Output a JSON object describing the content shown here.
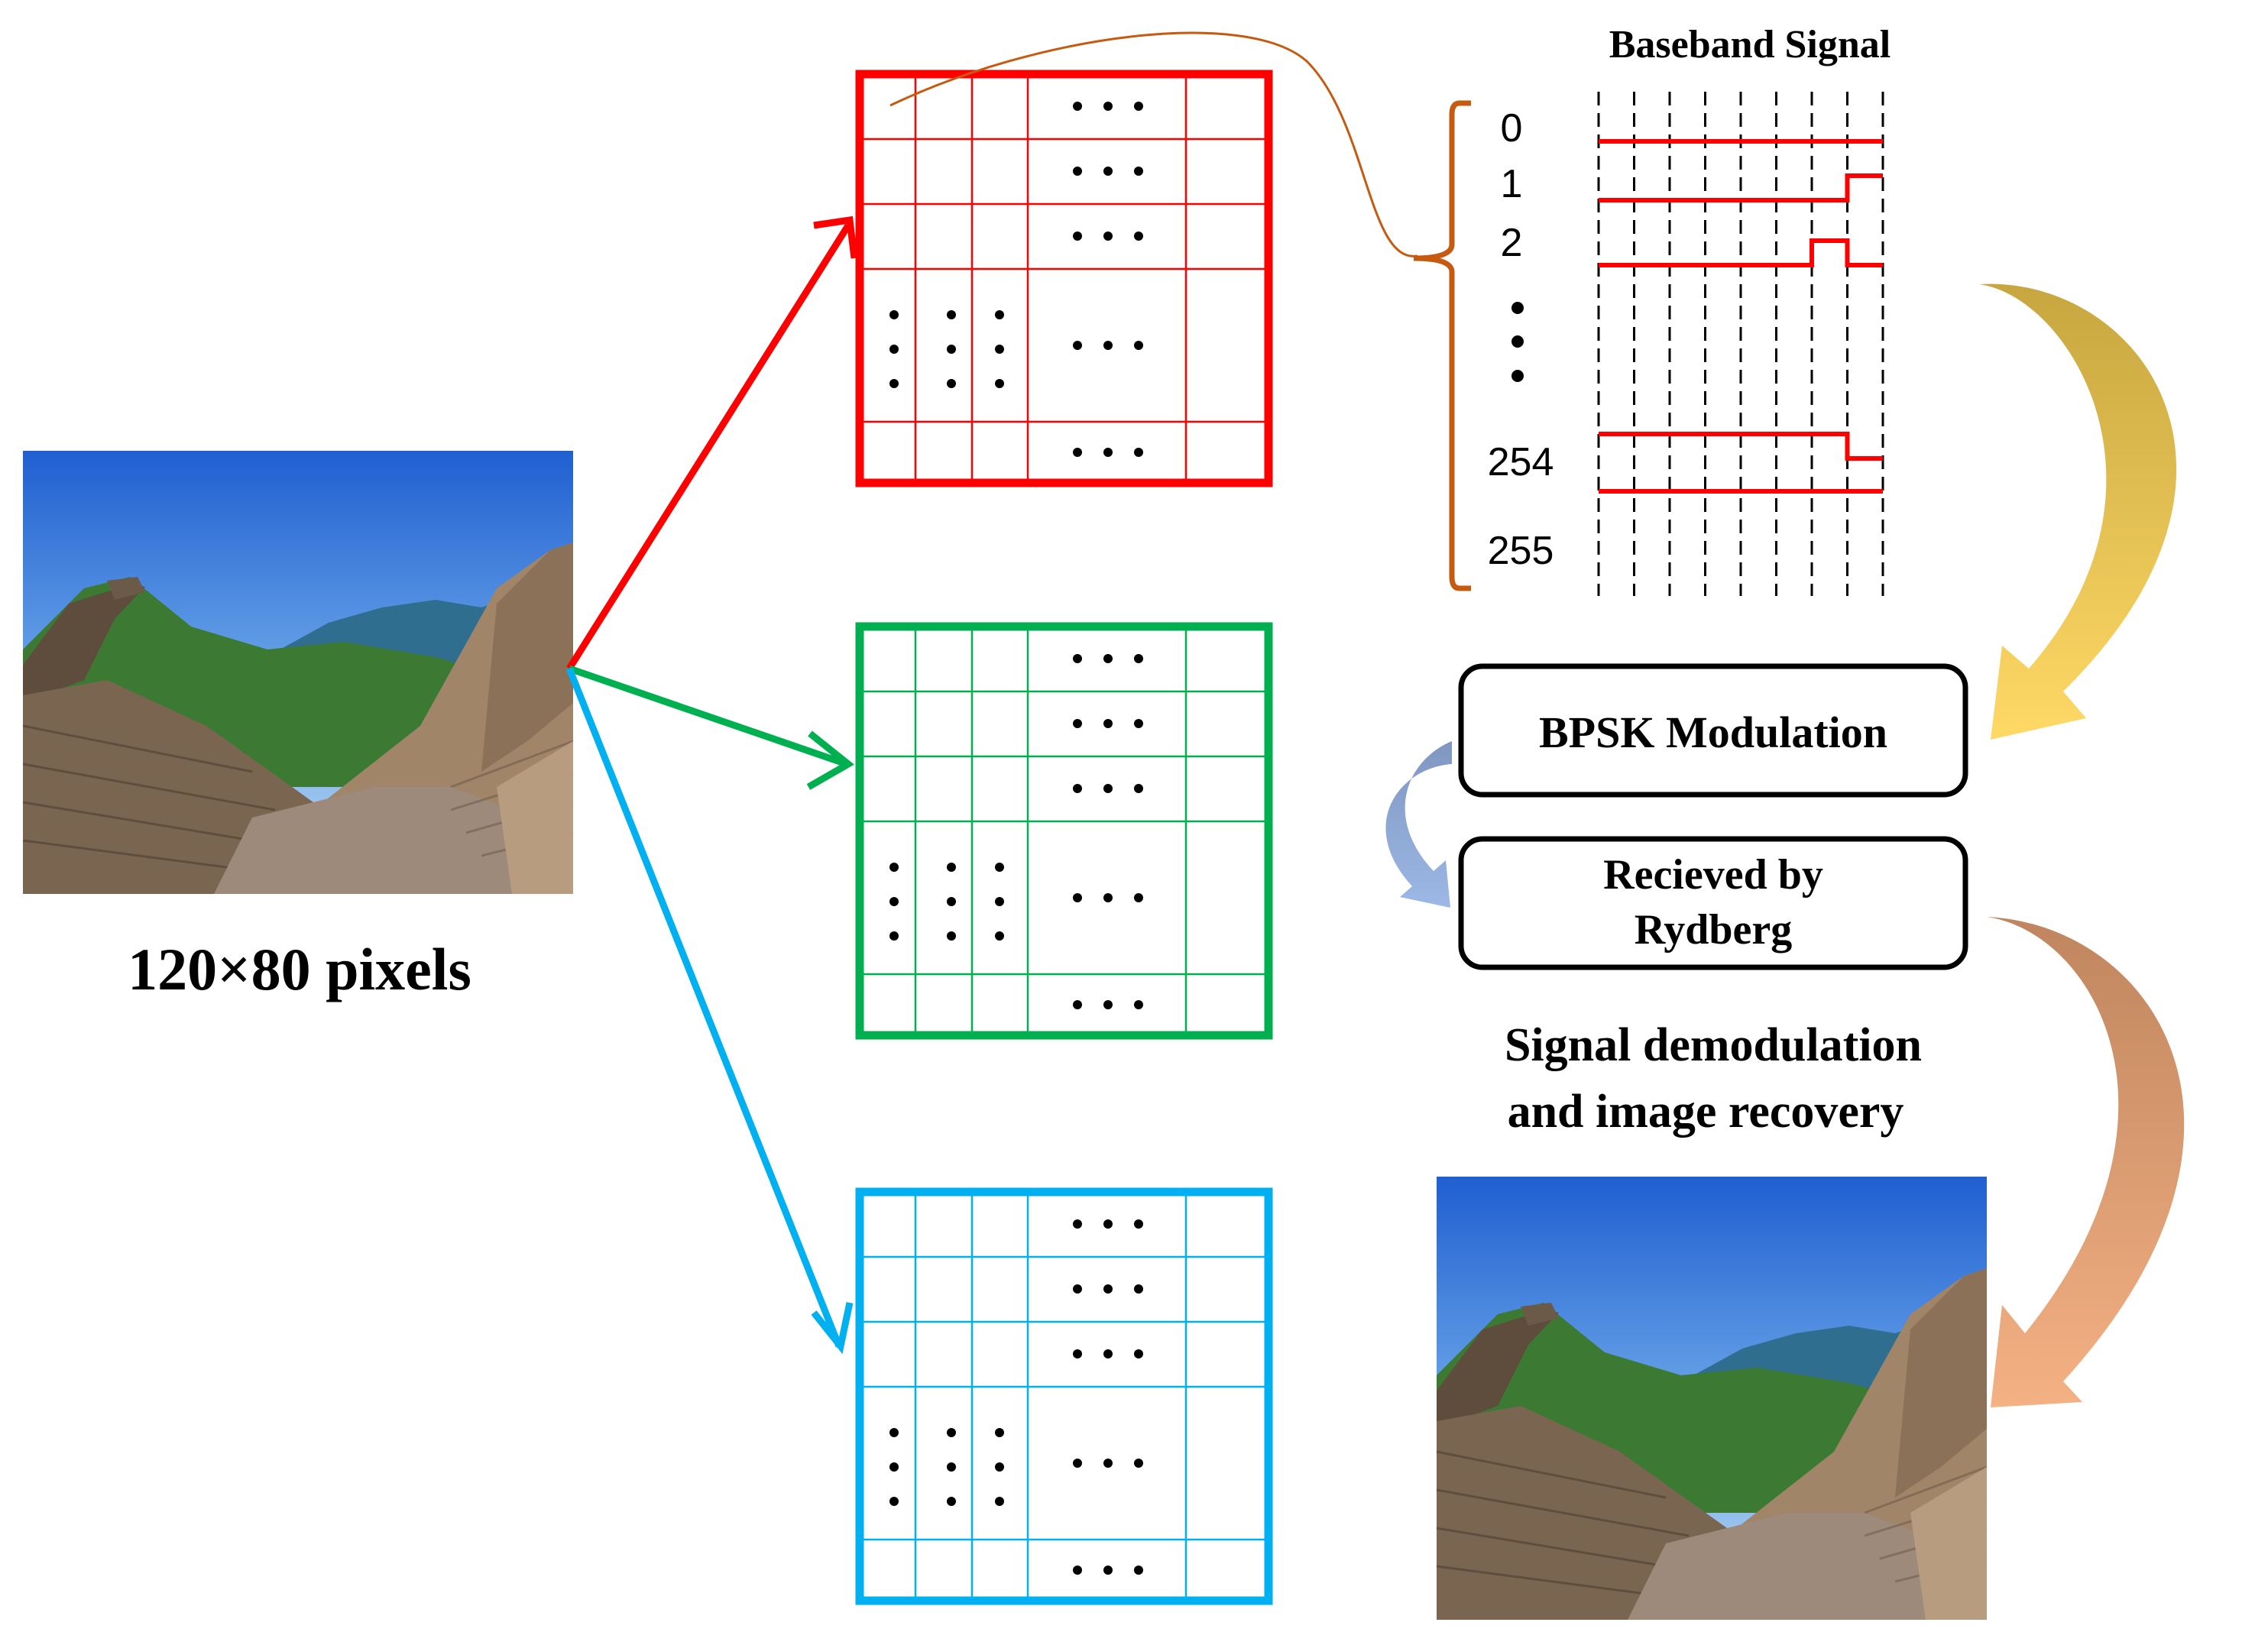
{
  "source_image": {
    "caption": "120×80 pixels"
  },
  "grids": [
    {
      "channel": "red",
      "color": "#ff0000"
    },
    {
      "channel": "green",
      "color": "#00b050"
    },
    {
      "channel": "blue",
      "color": "#00b0f0"
    }
  ],
  "baseband": {
    "title": "Baseband Signal",
    "levels": [
      {
        "label": "0",
        "bits": [
          0,
          0,
          0,
          0,
          0,
          0,
          0,
          0
        ]
      },
      {
        "label": "1",
        "bits": [
          0,
          0,
          0,
          0,
          0,
          0,
          0,
          1
        ]
      },
      {
        "label": "2",
        "bits": [
          0,
          0,
          0,
          0,
          0,
          0,
          1,
          0
        ]
      },
      {
        "label": "254",
        "bits": [
          1,
          1,
          1,
          1,
          1,
          1,
          1,
          0
        ]
      },
      {
        "label": "255",
        "bits": [
          1,
          1,
          1,
          1,
          1,
          1,
          1,
          1
        ]
      }
    ],
    "signal_color": "#ff0000"
  },
  "process": {
    "modulation_label": "BPSK Modulation",
    "receive_label_line1": "Recieved by",
    "receive_label_line2": "Rydberg",
    "recovery_line1": "Signal demodulation",
    "recovery_line2": "and image recovery"
  },
  "colors": {
    "brace": "#c55a11",
    "curve_to_baseband": "#c55a11",
    "gold_arrow_top": "#bf9f3a",
    "gold_arrow_bottom": "#ffd966",
    "blue_arrow_top": "#7f96c0",
    "blue_arrow_bottom": "#9db8e6",
    "brown_arrow_top": "#b9805a",
    "brown_arrow_bottom": "#f4b183"
  }
}
